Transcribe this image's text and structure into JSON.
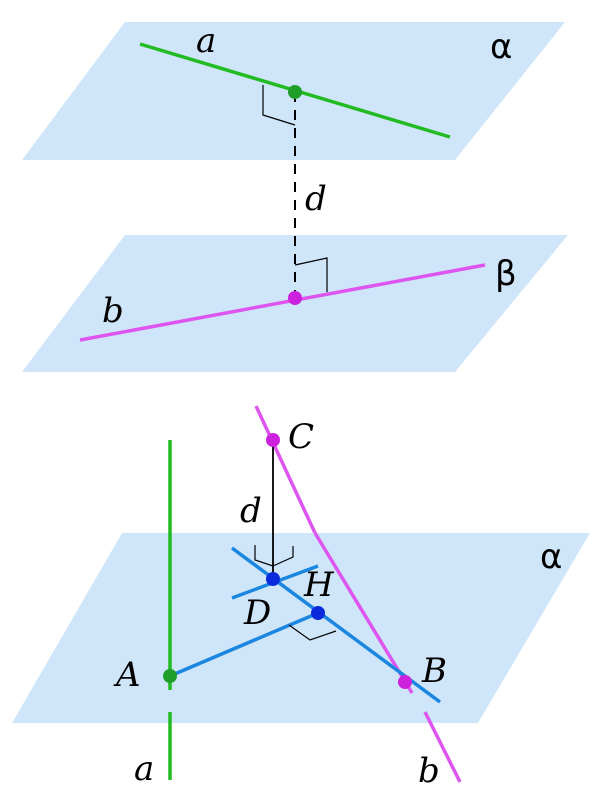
{
  "colors": {
    "plane": "#cfe6fa",
    "line_a": "#22bb22",
    "line_b": "#dd55ee",
    "segment": "#1a86e0",
    "point_blue": "#0a2adc",
    "point_green": "#1f9e2a",
    "point_magenta": "#cc22dd",
    "ink": "#000000"
  },
  "top_figure": {
    "plane_alpha_label": "α",
    "plane_beta_label": "β",
    "line_a_label": "a",
    "line_b_label": "b",
    "distance_label": "d"
  },
  "bottom_figure": {
    "plane_label": "α",
    "line_a_label": "a",
    "line_b_label": "b",
    "distance_label": "d",
    "point_A": "A",
    "point_B": "B",
    "point_C": "C",
    "point_D": "D",
    "point_H": "H"
  }
}
